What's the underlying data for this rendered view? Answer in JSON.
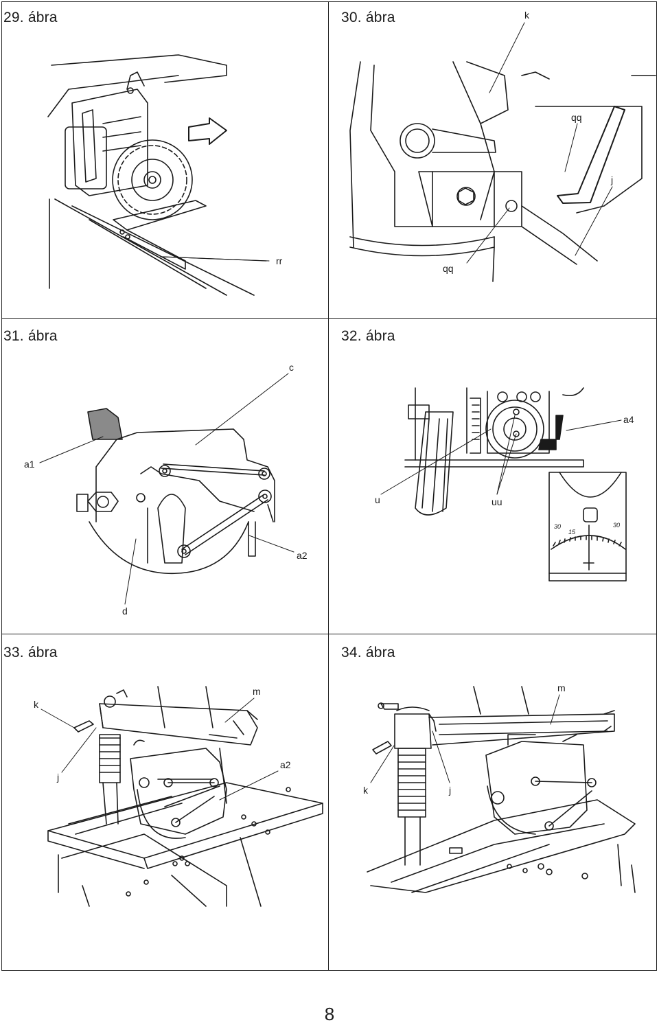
{
  "figures": [
    {
      "title": "29. ábra",
      "labels": {
        "rr": "rr"
      }
    },
    {
      "title": "30. ábra",
      "labels": {
        "k": "k",
        "qq_top": "qq",
        "j": "j",
        "qq_bottom": "qq"
      }
    },
    {
      "title": "31. ábra",
      "labels": {
        "c": "c",
        "a1": "a1",
        "a2": "a2",
        "d": "d"
      }
    },
    {
      "title": "32. ábra",
      "labels": {
        "a4": "a4",
        "u": "u",
        "uu": "uu",
        "s30a": "30",
        "s15": "15",
        "s30b": "30"
      }
    },
    {
      "title": "33. ábra",
      "labels": {
        "k": "k",
        "m": "m",
        "j": "j",
        "a2": "a2"
      }
    },
    {
      "title": "34. ábra",
      "labels": {
        "m": "m",
        "k": "k",
        "j": "j"
      }
    }
  ],
  "page_number": "8"
}
